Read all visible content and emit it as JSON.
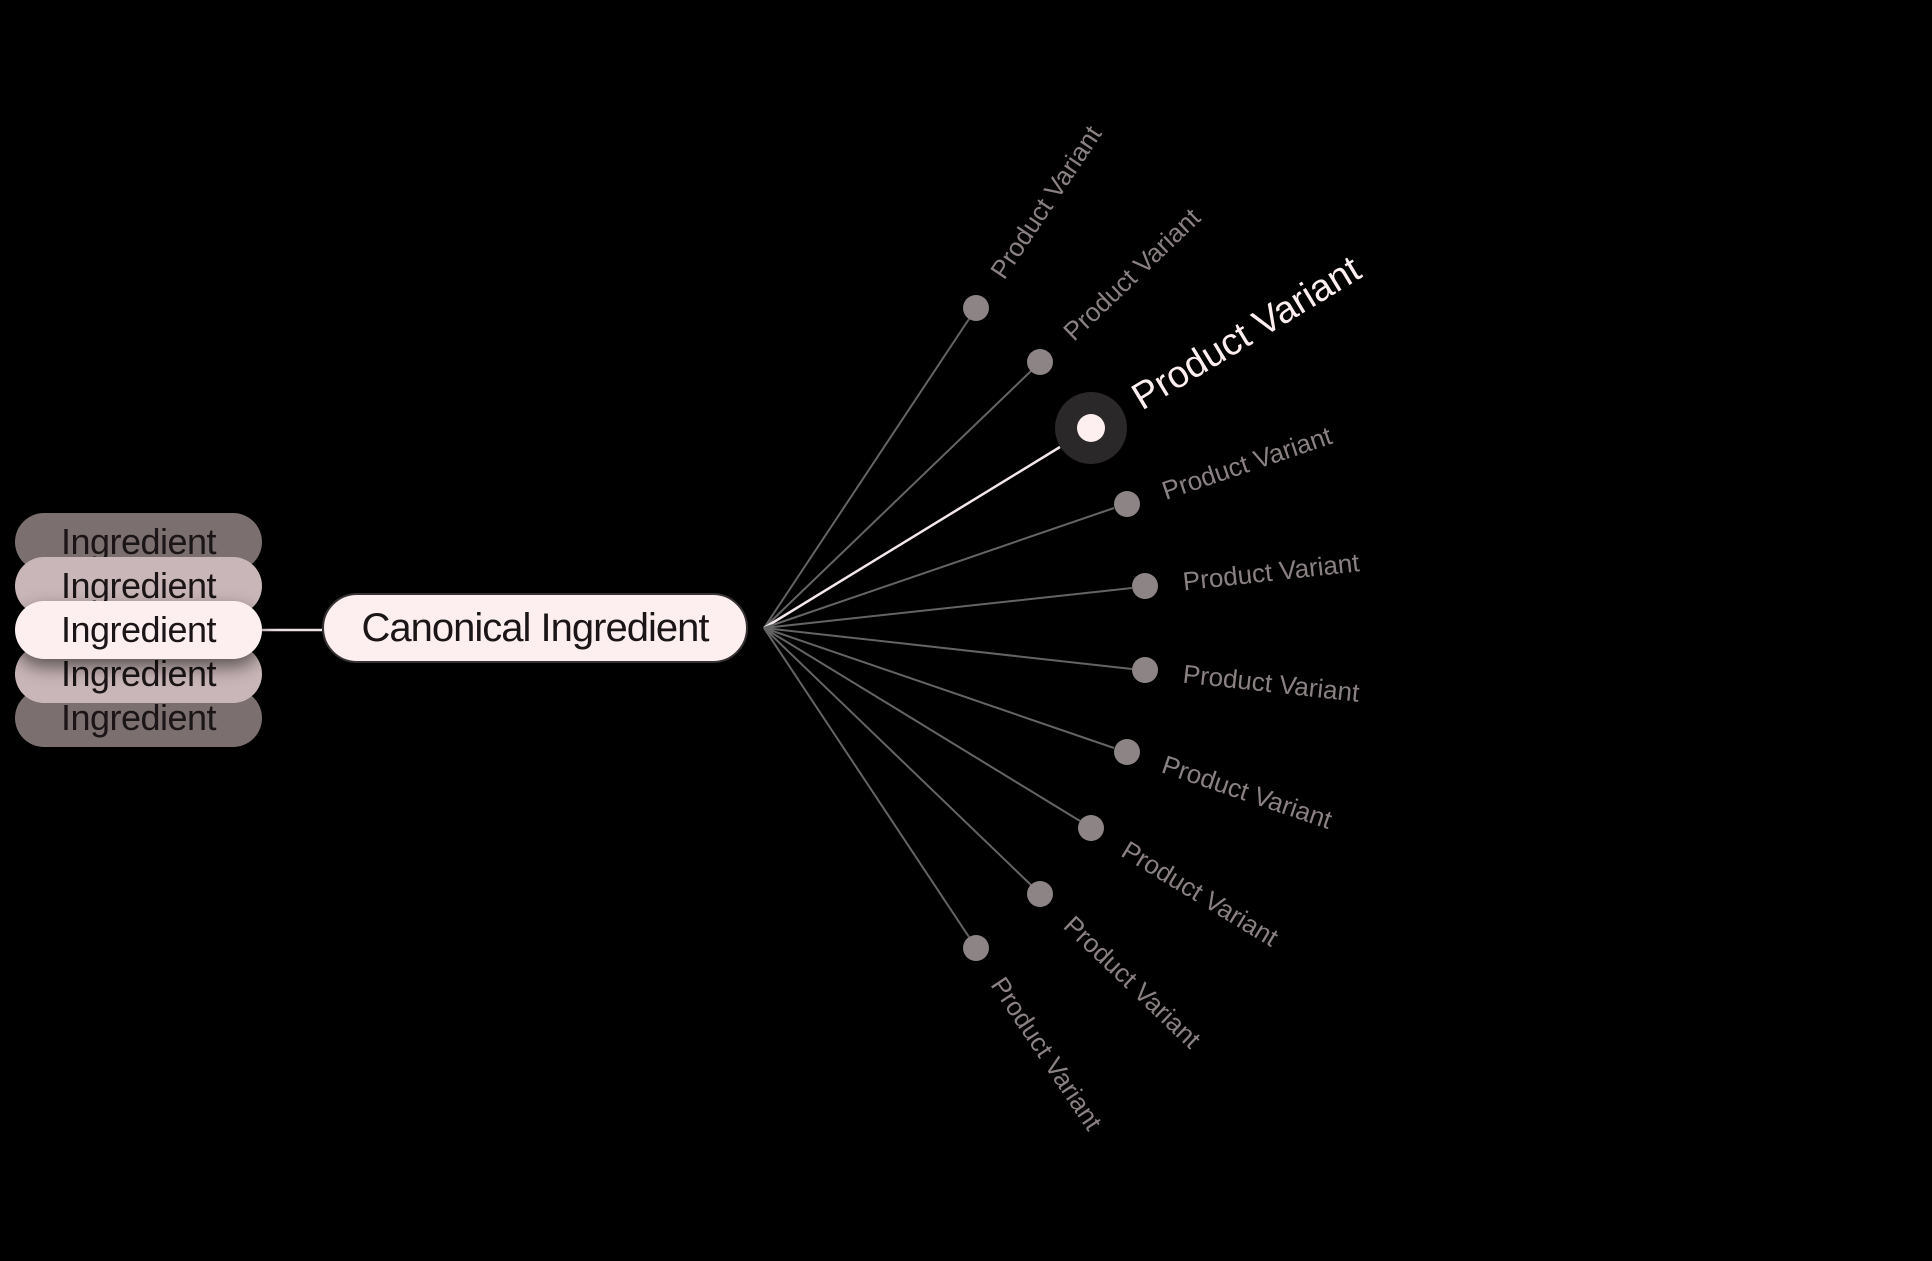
{
  "ingredient_stack": {
    "labels": [
      "Ingredient",
      "Ingredient",
      "Ingredient",
      "Ingredient",
      "Ingredient"
    ],
    "selected_index": 2
  },
  "canonical_pill": {
    "label": "Canonical Ingredient"
  },
  "variant_nodes": [
    {
      "label": "Product Variant",
      "highlighted": false
    },
    {
      "label": "Product Variant",
      "highlighted": false
    },
    {
      "label": "Product Variant",
      "highlighted": true
    },
    {
      "label": "Product Variant",
      "highlighted": false
    },
    {
      "label": "Product Variant",
      "highlighted": false
    },
    {
      "label": "Product Variant",
      "highlighted": false
    },
    {
      "label": "Product Variant",
      "highlighted": false
    },
    {
      "label": "Product Variant",
      "highlighted": false
    },
    {
      "label": "Product Variant",
      "highlighted": false
    },
    {
      "label": "Product Variant",
      "highlighted": false
    }
  ],
  "colors": {
    "background": "#000000",
    "pill_bg": "#fdeef0",
    "pill_text": "#1b1517",
    "pill_border": "#363132",
    "stack_mid": "#c9b6b8",
    "stack_far": "#7b6f70",
    "edge": "#646464",
    "edge_highlight": "#f3e7e9",
    "connector": "#ecdfe1",
    "node_dot": "#8d8485",
    "node_halo": "#2b2829",
    "label": "#8a8182",
    "label_highlight": "#fdeef0"
  }
}
